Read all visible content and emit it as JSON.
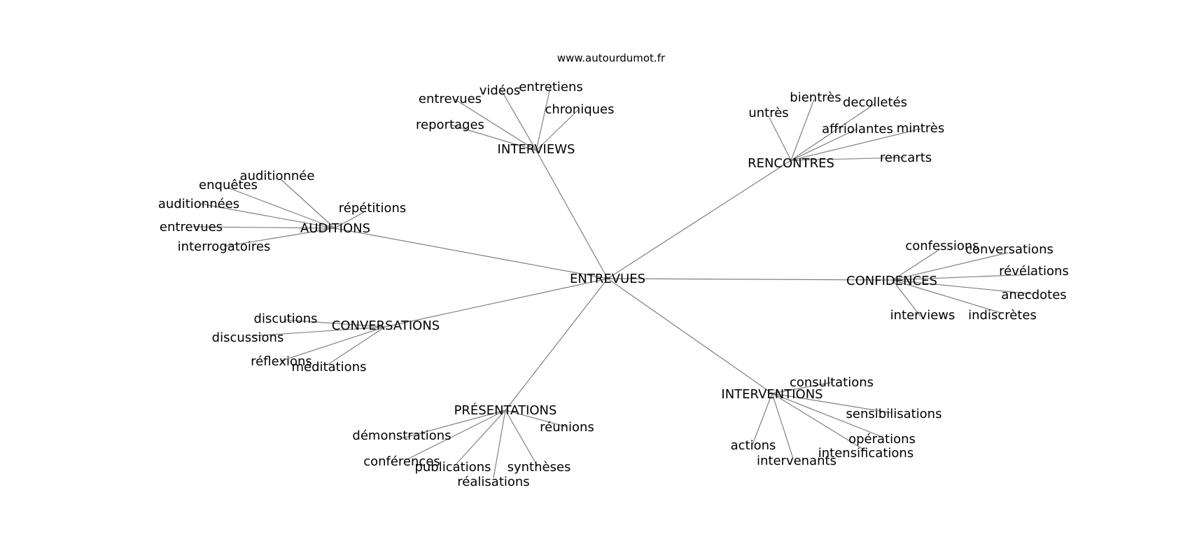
{
  "site": "www.autourdumot.fr",
  "colors": {
    "edge": "#808080",
    "text": "#000000",
    "background": "#ffffff"
  },
  "center": {
    "label": "ENTREVUES"
  },
  "groups": [
    {
      "label": "INTERVIEWS",
      "leaves": [
        "entrevues",
        "vidéos",
        "entretiens",
        "chroniques",
        "reportages"
      ]
    },
    {
      "label": "RENCONTRES",
      "leaves": [
        "untrès",
        "bientrès",
        "decolletés",
        "affriolantes",
        "mintrès",
        "rencarts"
      ]
    },
    {
      "label": "AUDITIONS",
      "leaves": [
        "auditionnée",
        "enquêtes",
        "auditionnées",
        "entrevues",
        "interrogatoires",
        "répétitions"
      ]
    },
    {
      "label": "CONFIDENCES",
      "leaves": [
        "confessions",
        "conversations",
        "révélations",
        "anecdotes",
        "indiscrètes",
        "interviews"
      ]
    },
    {
      "label": "CONVERSATIONS",
      "leaves": [
        "discutions",
        "discussions",
        "réflexions",
        "méditations"
      ]
    },
    {
      "label": "PRÉSENTATIONS",
      "leaves": [
        "démonstrations",
        "conférences",
        "publications",
        "réalisations",
        "synthèses",
        "réunions"
      ]
    },
    {
      "label": "INTERVENTIONS",
      "leaves": [
        "consultations",
        "sensibilisations",
        "opérations",
        "intensifications",
        "intervenants",
        "actions"
      ]
    }
  ]
}
